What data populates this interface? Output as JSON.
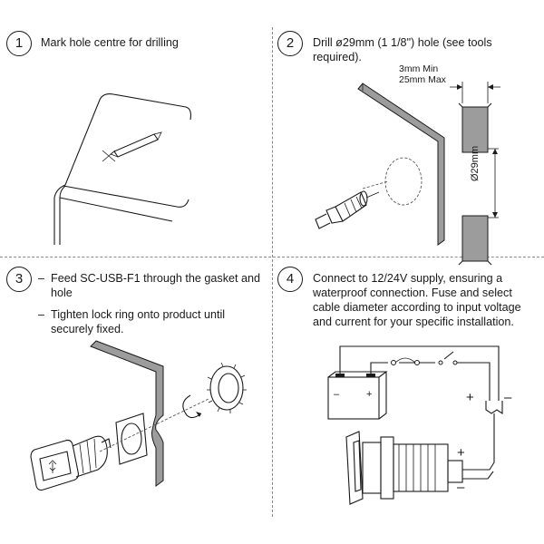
{
  "steps": [
    {
      "number": "1",
      "text": "Mark hole centre for drilling"
    },
    {
      "number": "2",
      "line1": "Drill ø29mm (1 1/8\") hole (see tools",
      "line2": "required)."
    },
    {
      "number": "3",
      "bullet": "–",
      "item1_line1": "Feed SC-USB-F1 through the gasket and",
      "item1_line2": "hole",
      "item2_line1": "Tighten lock ring onto product until",
      "item2_line2": "securely fixed."
    },
    {
      "number": "4",
      "line1": "Connect to 12/24V supply, ensuring a",
      "line2": "waterproof connection. Fuse and select",
      "line3": "cable diameter according to  input voltage",
      "line4": "and current for your specific installation."
    }
  ],
  "dimensions": {
    "thickness_min": "3mm Min",
    "thickness_max": "25mm Max",
    "hole_diameter": "Ø29mm"
  },
  "wiring": {
    "plus": "+",
    "minus": "–",
    "battery_minus": "–",
    "battery_plus": "+"
  },
  "colors": {
    "line": "#1a1a1a",
    "wall": "#9c9c9c",
    "divider": "#8a8a8a"
  }
}
